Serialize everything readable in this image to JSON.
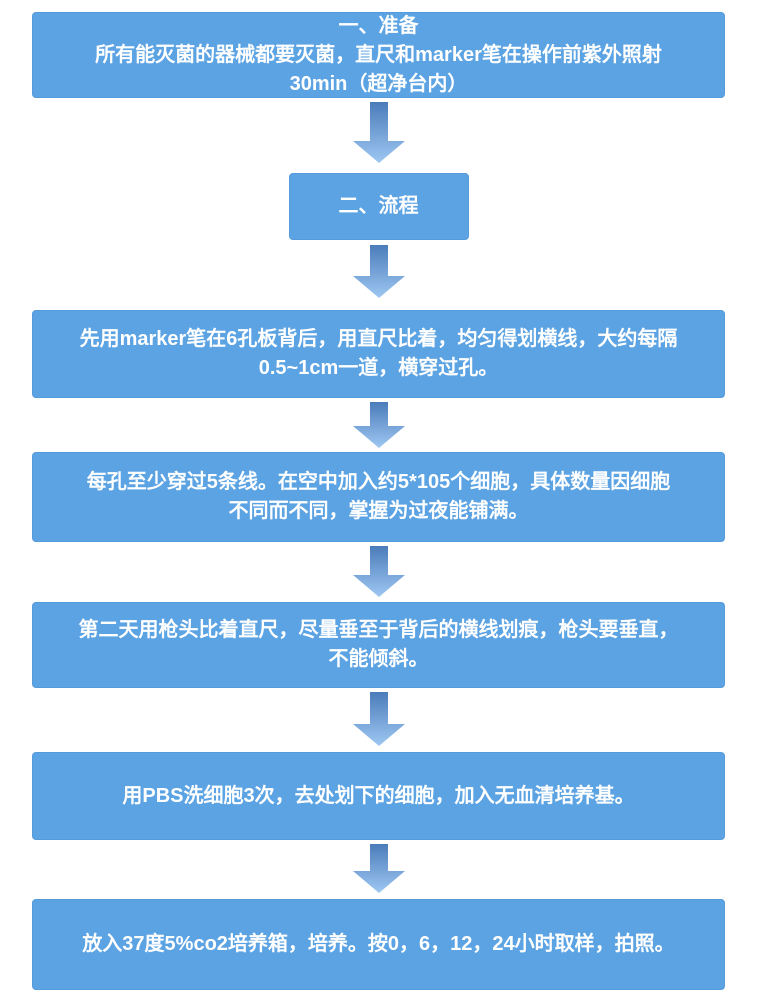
{
  "theme": {
    "background": "#ffffff",
    "box_fill": "#5ca3e3",
    "box_text_color": "#ffffff",
    "arrow_gradient_top": "#4b7cba",
    "arrow_gradient_bottom": "#9ec7f2"
  },
  "flow": {
    "boxes": [
      {
        "lines": [
          "一、准备",
          "所有能灭菌的器械都要灭菌，直尺和marker笔在操作前紫外照射",
          "30min（超净台内）"
        ]
      },
      {
        "lines": [
          "二、流程"
        ]
      },
      {
        "lines": [
          "先用marker笔在6孔板背后，用直尺比着，均匀得划横线，大约每隔",
          "0.5~1cm一道，横穿过孔。"
        ]
      },
      {
        "lines": [
          "每孔至少穿过5条线。在空中加入约5*105个细胞，具体数量因细胞",
          "不同而不同，掌握为过夜能铺满。"
        ]
      },
      {
        "lines": [
          "第二天用枪头比着直尺，尽量垂至于背后的横线划痕，枪头要垂直，",
          "不能倾斜。"
        ]
      },
      {
        "lines": [
          "用PBS洗细胞3次，去处划下的细胞，加入无血清培养基。"
        ]
      },
      {
        "lines": [
          "放入37度5%co2培养箱，培养。按0，6，12，24小时取样，拍照。"
        ]
      }
    ]
  }
}
